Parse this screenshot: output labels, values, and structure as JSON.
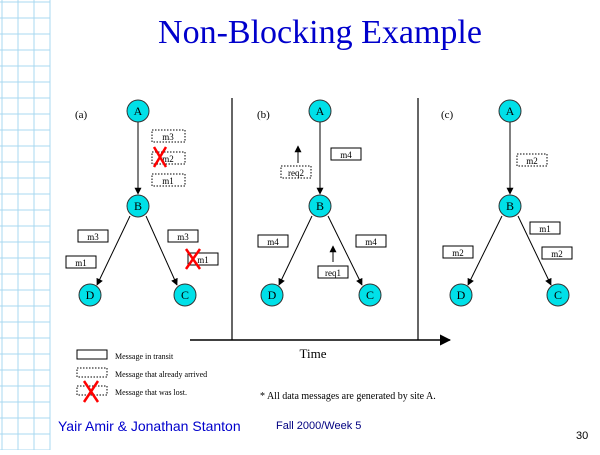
{
  "slide": {
    "title": "Non-Blocking Example",
    "authors": "Yair Amir & Jonathan Stanton",
    "course": "Fall 2000/Week 5",
    "page_number": "30"
  },
  "diagram": {
    "nodes": {
      "a": "A",
      "b": "B",
      "c": "C",
      "d": "D"
    },
    "panel_a": {
      "label": "(a)",
      "msgs": {
        "m3_top": "m3",
        "m2_lost": "m2",
        "m1_top": "m1",
        "m3_left": "m3",
        "m1_left": "m1",
        "m3_right": "m3",
        "m1_right_lost": "m1"
      }
    },
    "panel_b": {
      "label": "(b)",
      "msgs": {
        "req2": "req2",
        "m4_top": "m4",
        "m4_left": "m4",
        "m4_right": "m4",
        "req1": "req1"
      }
    },
    "panel_c": {
      "label": "(c)",
      "msgs": {
        "m2_top": "m2",
        "m1_right": "m1",
        "m2_left": "m2",
        "m2_right": "m2"
      }
    },
    "time_label": "Time",
    "legend": {
      "in_transit": "Message in transit",
      "arrived": "Message that already arrived",
      "lost": "Message that was lost."
    },
    "note": "* All data messages are generated by site A."
  },
  "colors": {
    "node_fill": "#00e0e8",
    "title": "#0000cc",
    "grid": "#a8d8f0",
    "lost_mark": "#ff0000"
  }
}
